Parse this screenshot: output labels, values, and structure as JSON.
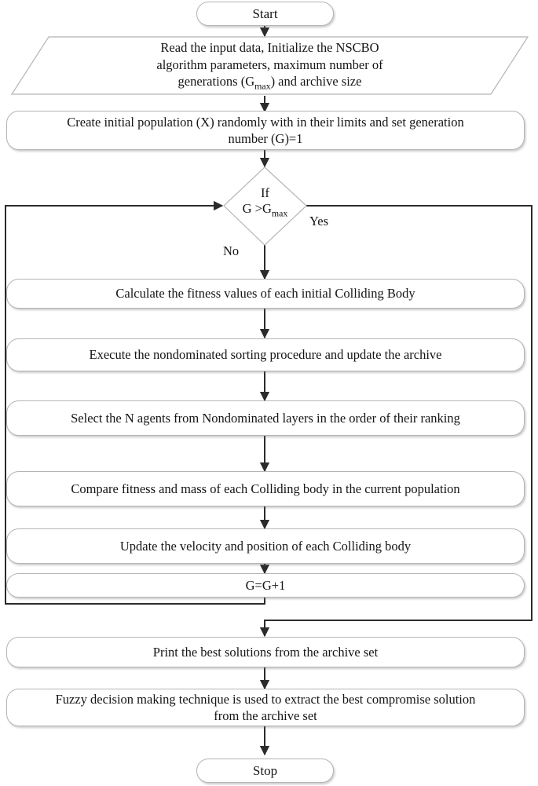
{
  "diagram": {
    "title": "NSCBO algorithm flowchart",
    "colors": {
      "node_border": "#b5b5b5",
      "node_fill": "#ffffff",
      "connector": "#2b2b2b",
      "text": "#151515"
    },
    "nodes": {
      "start": {
        "label": "Start",
        "shape": "terminator"
      },
      "input": {
        "line1": "Read the input data, Initialize the NSCBO",
        "line2": "algorithm parameters, maximum number of",
        "line3_pre": "generations (G",
        "line3_sub": "max",
        "line3_post": ") and archive size",
        "shape": "parallelogram"
      },
      "init_population": {
        "line1": "Create initial population (X) randomly with in their limits and set generation",
        "line2": "number (G)=1",
        "shape": "process"
      },
      "decision": {
        "line1": "If",
        "line2_pre": "G >G",
        "line2_sub": "max",
        "shape": "diamond"
      },
      "calc_fitness": {
        "label": "Calculate the fitness values of each initial Colliding Body",
        "shape": "process"
      },
      "nondominated_sort": {
        "label": "Execute the nondominated sorting procedure and update the archive",
        "shape": "process"
      },
      "select_agents": {
        "label": "Select the N agents from Nondominated layers in the order of their ranking",
        "shape": "process"
      },
      "compare_fitness": {
        "label": "Compare fitness and mass of each Colliding body in the current population",
        "shape": "process"
      },
      "update_velocity": {
        "label": "Update the velocity and position of each Colliding body",
        "shape": "process"
      },
      "increment": {
        "label": "G=G+1",
        "shape": "process"
      },
      "print_best": {
        "label": "Print the best solutions from the archive set",
        "shape": "process"
      },
      "fuzzy_decision": {
        "line1": "Fuzzy decision making technique is used to extract the best compromise solution",
        "line2": "from the archive set",
        "shape": "process"
      },
      "stop": {
        "label": "Stop",
        "shape": "terminator"
      }
    },
    "edge_labels": {
      "yes": "Yes",
      "no": "No"
    }
  }
}
